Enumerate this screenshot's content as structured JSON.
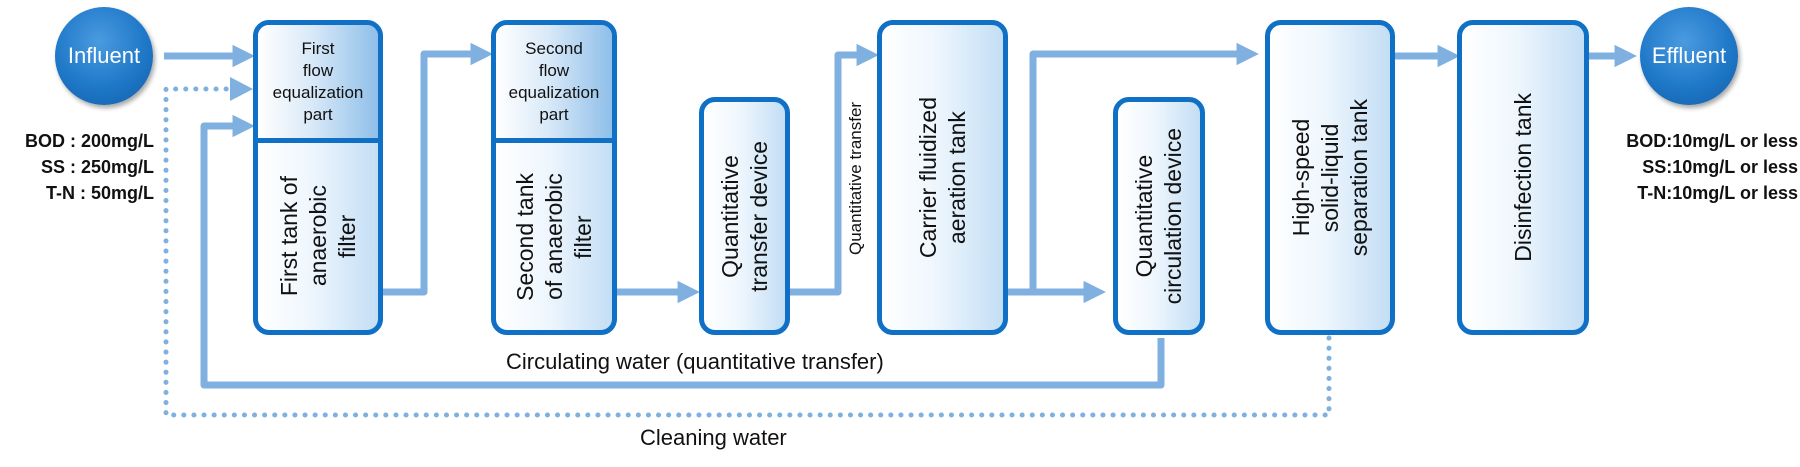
{
  "influent": {
    "label": "Influent"
  },
  "effluent": {
    "label": "Effluent"
  },
  "influent_quality": [
    {
      "text": "BOD : 200mg/L"
    },
    {
      "text": "SS : 250mg/L"
    },
    {
      "text": "T-N : 50mg/L"
    }
  ],
  "effluent_quality": [
    {
      "param": "BOD",
      "value": ":10mg/L or less"
    },
    {
      "param": "SS",
      "value": ":10mg/L or less"
    },
    {
      "param": "T-N",
      "value": ":10mg/L or less"
    }
  ],
  "tanks": {
    "first_equalization": "First\nflow\nequalization\npart",
    "first_anaerobic": "First tank of\nanaerobic\nfilter",
    "second_equalization": "Second\nflow\nequalization\npart",
    "second_anaerobic": "Second tank\nof anaerobic\nfilter",
    "transfer_device": "Quantitative\ntransfer device",
    "aeration_tank": "Carrier fluidized\naeration tank",
    "circulation_device": "Quantitative\ncirculation device",
    "separation_tank": "High-speed\nsolid-liquid\nseparation tank",
    "disinfection_tank": "Disinfection tank"
  },
  "flow_labels": {
    "quantitative_transfer": "Quantitative transfer",
    "circulating_water": "Circulating water (quantitative transfer)",
    "cleaning_water": "Cleaning water"
  },
  "colors": {
    "box_border": "#0f70c6",
    "arrow": "#7fb0e0",
    "circle": "#1f78c8"
  }
}
